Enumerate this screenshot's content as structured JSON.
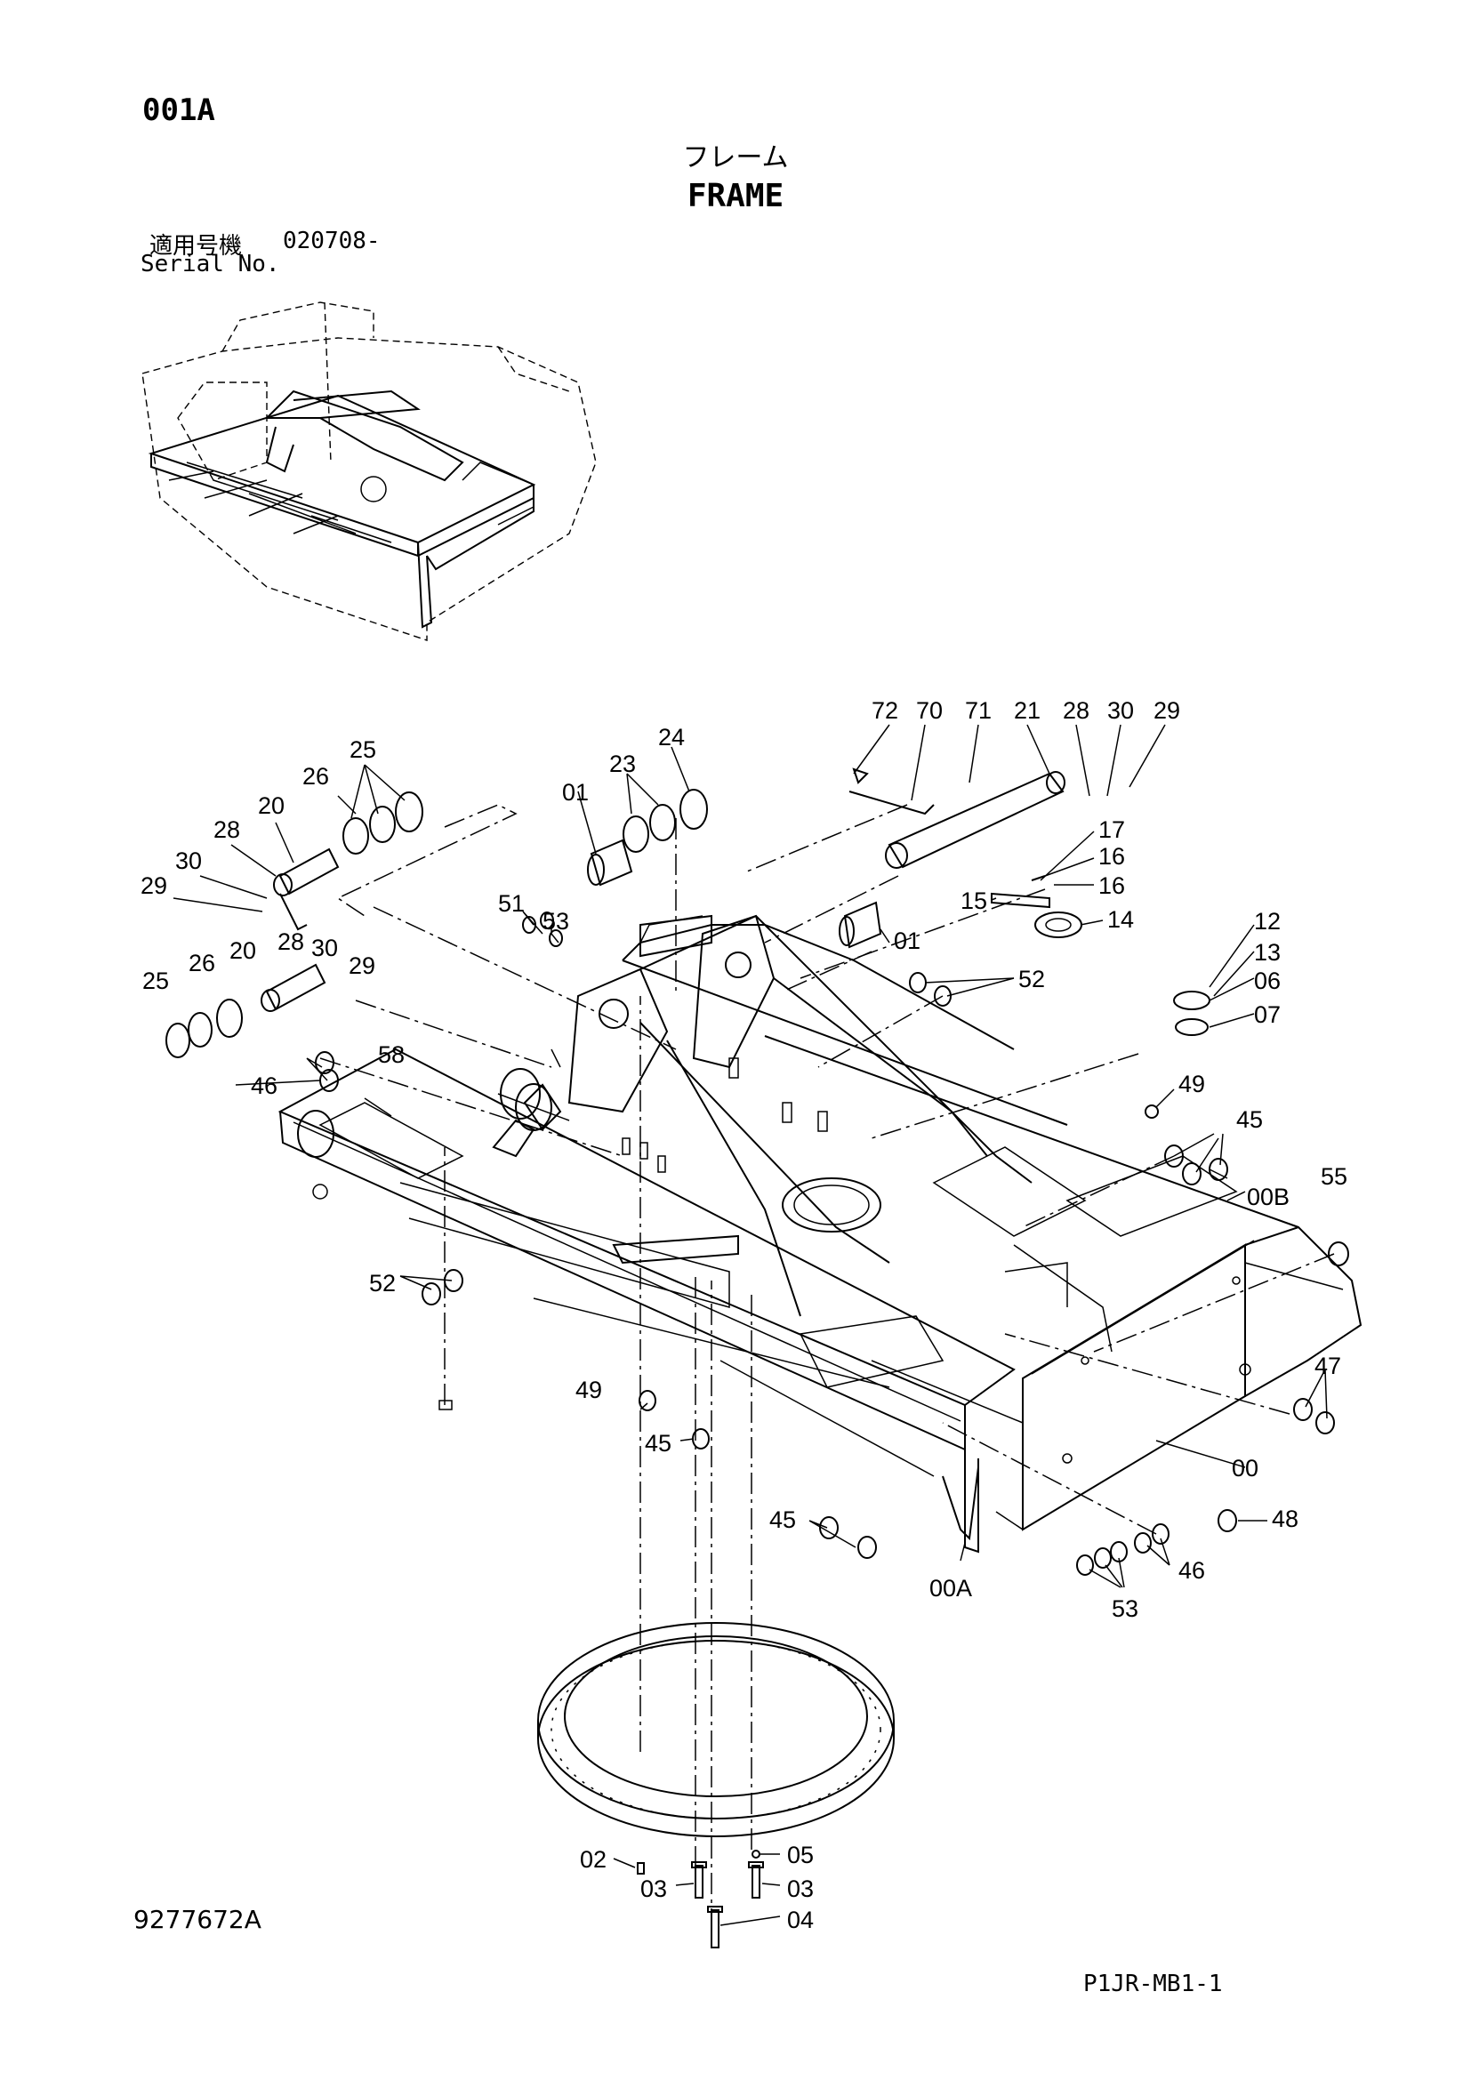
{
  "header": {
    "page_code": "001A",
    "title_jp": "フレーム",
    "title_en": "FRAME",
    "serial_label_jp": "適用号機",
    "serial_label_en": "Serial No.",
    "serial_value": "020708-"
  },
  "footer": {
    "document_id": "9277672A",
    "page_ref": "P1JR-MB1-1"
  },
  "callouts": [
    "72",
    "70",
    "71",
    "21",
    "28",
    "30",
    "29",
    "25",
    "26",
    "20",
    "28",
    "30",
    "29",
    "24",
    "23",
    "01",
    "17",
    "16",
    "16",
    "15",
    "14",
    "01",
    "12",
    "13",
    "06",
    "07",
    "51",
    "53",
    "52",
    "30",
    "29",
    "25",
    "26",
    "20",
    "28",
    "46",
    "58",
    "49",
    "45",
    "00B",
    "55",
    "52",
    "47",
    "49",
    "45",
    "00",
    "48",
    "45",
    "46",
    "53",
    "00A",
    "02",
    "05",
    "03",
    "03",
    "04"
  ]
}
